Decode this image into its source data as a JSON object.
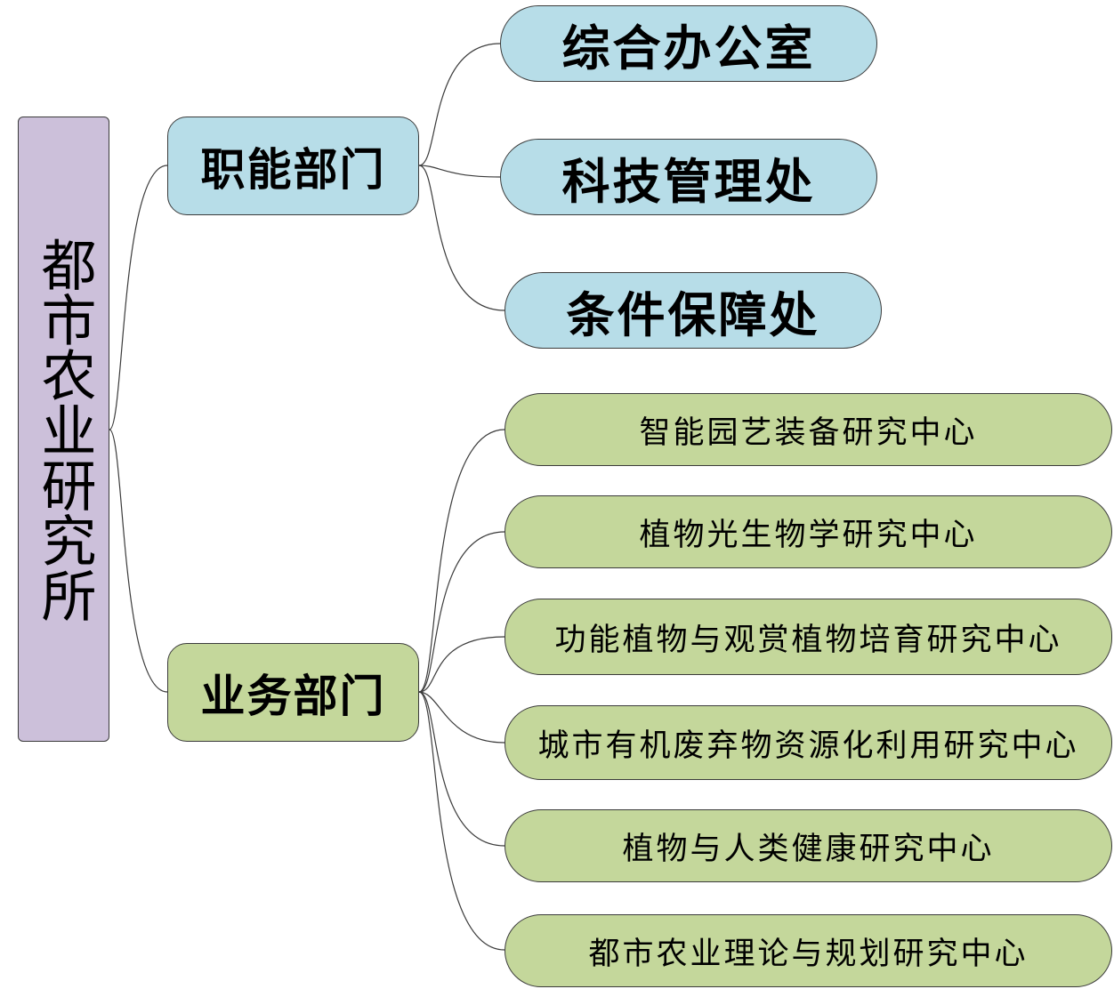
{
  "root": {
    "label": "都市农业研究所"
  },
  "branches": [
    {
      "label": "职能部门",
      "color": "#b7dde8",
      "children": [
        "综合办公室",
        "科技管理处",
        "条件保障处"
      ]
    },
    {
      "label": "业务部门",
      "color": "#c4d79b",
      "children": [
        "智能园艺装备研究中心",
        "植物光生物学研究中心",
        "功能植物与观赏植物培育研究中心",
        "城市有机废弃物资源化利用研究中心",
        "植物与人类健康研究中心",
        "都市农业理论与规划研究中心"
      ]
    }
  ],
  "colors": {
    "root": "#ccc0da",
    "functional": "#b7dde8",
    "business": "#c4d79b",
    "connector": "#3b3b3b"
  }
}
